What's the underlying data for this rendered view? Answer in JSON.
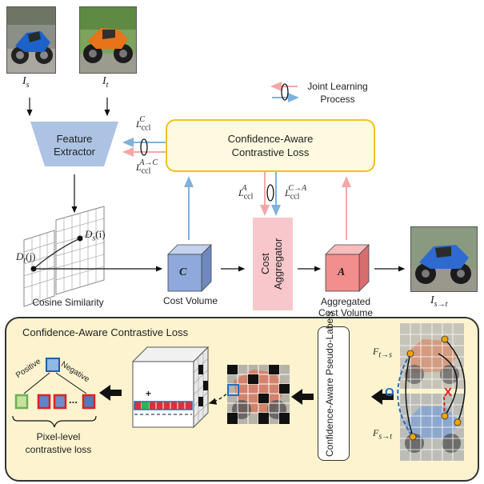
{
  "top": {
    "source_image_label": "I_s",
    "target_image_label": "I_t",
    "feature_extractor": "Feature Extractor",
    "legend_text": "Joint Learning Process",
    "caca_loss_title": "Confidence-Aware Contrastive Loss",
    "loss_c": "L_ccl^C",
    "loss_a_to_c": "L_ccl^{A→C}",
    "loss_a": "L_ccl^A",
    "loss_c_to_a": "L_ccl^{C→A}",
    "cosine_similarity": "Cosine Similarity",
    "dt_label": "D_t(j)",
    "ds_label": "D_s(i)",
    "cost_volume": "Cost Volume",
    "cost_volume_symbol": "C",
    "cost_aggregator": "Cost Aggregator",
    "aggregated_symbol": "A",
    "aggregated_cost_volume": "Aggregated Cost Volume",
    "warped_label": "I_{s→t}"
  },
  "bottom": {
    "title": "Confidence-Aware Contrastive Loss",
    "positive": "Positive",
    "negative": "Negative",
    "dots": "...",
    "pixel_level_loss": "Pixel-level contrastive loss",
    "pseudo_labels": "Confidence-Aware Pseudo-Labels",
    "f_t_to_s": "F_{t→s}",
    "f_s_to_t": "F_{s→t}",
    "match_ok": "O",
    "match_bad": "X",
    "plus": "+"
  },
  "colors": {
    "blue_arrow": "#7fb2dd",
    "pink_arrow": "#f3a7a7",
    "feature_extractor": "#adc3e4",
    "caca_border": "#f2c219",
    "cost_aggregator": "#f8c7cb",
    "cost_volume_blue": "#8fa9dd",
    "aggregated_red": "#f28e8e",
    "panel_bg": "#fdf3cf",
    "mark_ok": "#1e6fc0",
    "mark_bad": "#e02020",
    "point_orange": "#f7a400"
  }
}
